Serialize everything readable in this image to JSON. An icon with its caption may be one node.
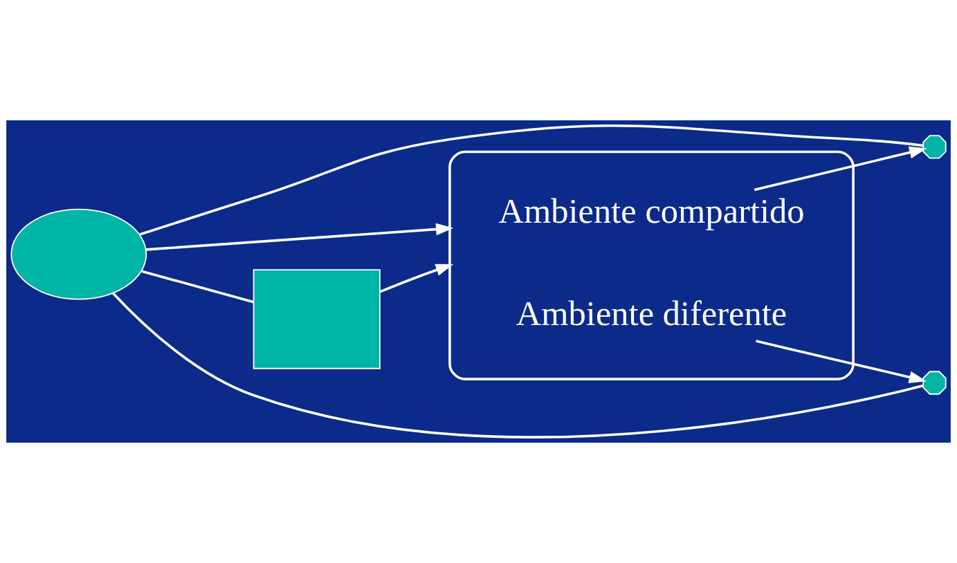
{
  "diagram": {
    "nodes": [
      {
        "text": [],
        "shape": "ellipse"
      },
      {
        "text": [],
        "shape": "box"
      },
      {
        "text": [],
        "shape": "cloud"
      },
      {
        "text": [
          "Ambiente compartido"
        ],
        "in": 2
      },
      {
        "text": [
          "Ambiente diferente"
        ],
        "in": 2
      },
      {
        "text": [],
        "shape": "octagon"
      },
      {
        "text": [],
        "shape": "octagon"
      }
    ],
    "edges": [
      {
        "from": 0,
        "to": 2,
        "arrow": "to"
      },
      {
        "from": 1,
        "to": 2,
        "arrow": "to"
      },
      {
        "from": 0,
        "to": 1,
        "arrow": "none"
      },
      {
        "from": 0,
        "to": 5,
        "arrow": "none"
      },
      {
        "from": 0,
        "to": 6,
        "arrow": "none"
      },
      {
        "from": 3,
        "to": 5,
        "arrow": "to"
      },
      {
        "from": 4,
        "to": 6,
        "arrow": "to"
      }
    ]
  }
}
